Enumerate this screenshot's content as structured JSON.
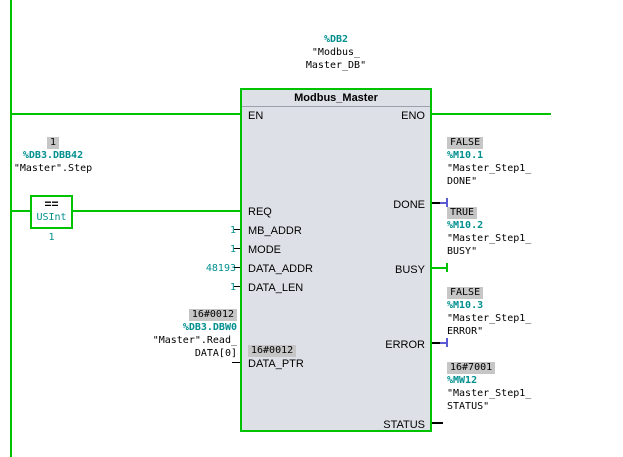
{
  "instance": {
    "db": "%DB2",
    "name1": "\"Modbus_",
    "name2": "Master_DB\""
  },
  "block": {
    "title": "Modbus_Master",
    "pin_en": "EN",
    "pin_eno": "ENO",
    "pin_req": "REQ",
    "pin_mb_addr": "MB_ADDR",
    "pin_mode": "MODE",
    "pin_data_addr": "DATA_ADDR",
    "pin_data_len": "DATA_LEN",
    "pin_data_ptr": "DATA_PTR",
    "pin_done": "DONE",
    "pin_busy": "BUSY",
    "pin_error": "ERROR",
    "pin_status": "STATUS",
    "data_ptr_monitor": "16#0012"
  },
  "comparator": {
    "monitor": "1",
    "address": "%DB3.DBB42",
    "operand": "\"Master\".Step",
    "operator": "==",
    "type": "USInt",
    "value": "1"
  },
  "inputs": {
    "mb_addr": "1",
    "mode": "1",
    "data_addr": "48193",
    "data_len": "1"
  },
  "data_ptr": {
    "monitor": "16#0012",
    "address": "%DB3.DBW0",
    "name1": "\"Master\".Read_",
    "name2": "DATA[0]"
  },
  "outputs": {
    "done": {
      "state": "FALSE",
      "address": "%M10.1",
      "name1": "\"Master_Step1_",
      "name2": "DONE\""
    },
    "busy": {
      "state": "TRUE",
      "address": "%M10.2",
      "name1": "\"Master_Step1_",
      "name2": "BUSY\""
    },
    "error": {
      "state": "FALSE",
      "address": "%M10.3",
      "name1": "\"Master_Step1_",
      "name2": "ERROR\""
    },
    "status": {
      "state": "16#7001",
      "address": "%MW12",
      "name1": "\"Master_Step1_",
      "name2": "STATUS\""
    }
  },
  "colors": {
    "power_green": "#00c300",
    "address_teal": "#008f8f",
    "monitor_gray": "#c6c6c6",
    "bool_false_blue": "#5a5ad2"
  }
}
